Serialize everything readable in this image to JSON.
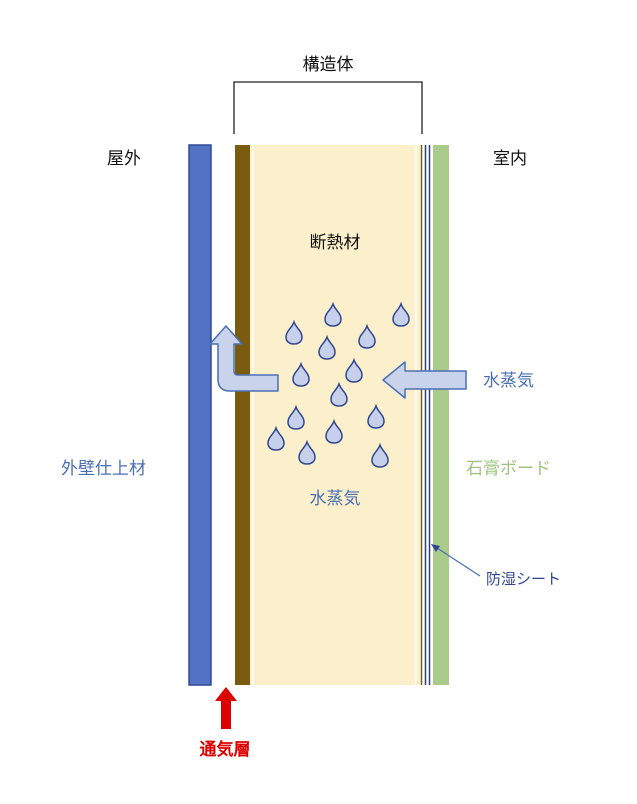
{
  "labels": {
    "structure": "構造体",
    "outdoor": "屋外",
    "indoor": "室内",
    "insulation": "断熱材",
    "exterior_finish": "外壁仕上材",
    "gypsum_board": "石膏ボード",
    "vapor_in": "水蒸気",
    "vapor_inside": "水蒸気",
    "moisture_sheet": "防湿シート",
    "air_layer": "通気層"
  },
  "colors": {
    "exterior_finish": "#5472c4",
    "structure_board": "#7a5c10",
    "insulation": "#fcf0cc",
    "gypsum_board": "#a9cc8a",
    "vapor_text": "#4a6fb5",
    "gypsum_text": "#9cc47e",
    "air_layer": "#dd0000",
    "drop_fill": "#c7d0ea",
    "drop_stroke": "#2f4590"
  },
  "icons": {
    "vapor_drop": "droplet-icon",
    "flow_arrow": "arrow-left-icon",
    "exit_arrow": "arrow-up-icon",
    "air_arrow": "arrow-up-icon"
  }
}
